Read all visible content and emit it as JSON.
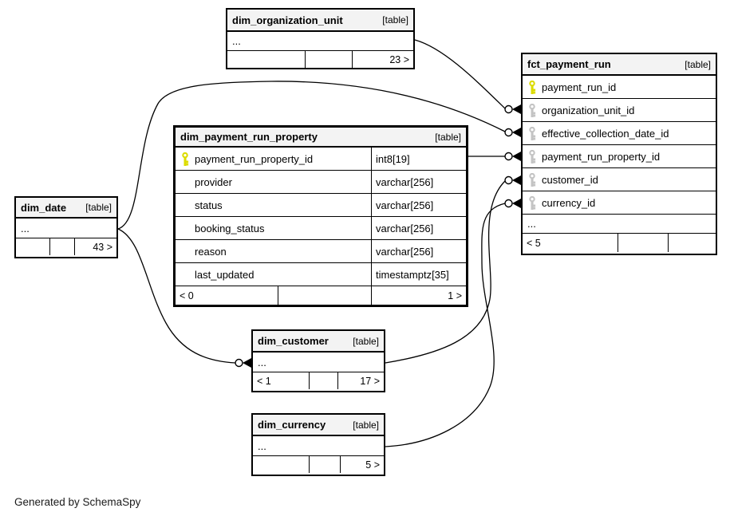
{
  "footer_note": "Generated by SchemaSpy",
  "colors": {
    "primary_key_icon": "#dcdc00",
    "foreign_key_icon": "#c4c4c4",
    "table_header_bg": "#f3f3f3",
    "line": "#000000"
  },
  "icons": {
    "primary_key": "key-icon (yellow)",
    "foreign_key": "key-icon (gray)"
  },
  "tables": {
    "org": {
      "name": "dim_organization_unit",
      "tag": "[table]",
      "ellipsis": "...",
      "footer": {
        "l": "",
        "m": "",
        "r": "23 >"
      }
    },
    "fct": {
      "name": "fct_payment_run",
      "tag": "[table]",
      "cols": {
        "c0": "payment_run_id",
        "c1": "organization_unit_id",
        "c2": "effective_collection_date_id",
        "c3": "payment_run_property_id",
        "c4": "customer_id",
        "c5": "currency_id"
      },
      "ellipsis": "...",
      "footer": {
        "l": "< 5",
        "m": "",
        "r": ""
      }
    },
    "prop": {
      "name": "dim_payment_run_property",
      "tag": "[table]",
      "cols": {
        "c0": {
          "label": "payment_run_property_id",
          "type": "int8[19]"
        },
        "c1": {
          "label": "provider",
          "type": "varchar[256]"
        },
        "c2": {
          "label": "status",
          "type": "varchar[256]"
        },
        "c3": {
          "label": "booking_status",
          "type": "varchar[256]"
        },
        "c4": {
          "label": "reason",
          "type": "varchar[256]"
        },
        "c5": {
          "label": "last_updated",
          "type": "timestamptz[35]"
        }
      },
      "footer": {
        "l": "< 0",
        "m": "",
        "r": "1 >"
      }
    },
    "date": {
      "name": "dim_date",
      "tag": "[table]",
      "ellipsis": "...",
      "footer": {
        "l": "",
        "m": "",
        "r": "43 >"
      }
    },
    "customer": {
      "name": "dim_customer",
      "tag": "[table]",
      "ellipsis": "...",
      "footer": {
        "l": "< 1",
        "m": "",
        "r": "17 >"
      }
    },
    "currency": {
      "name": "dim_currency",
      "tag": "[table]",
      "ellipsis": "...",
      "footer": {
        "l": "",
        "m": "",
        "r": "5 >"
      }
    }
  }
}
